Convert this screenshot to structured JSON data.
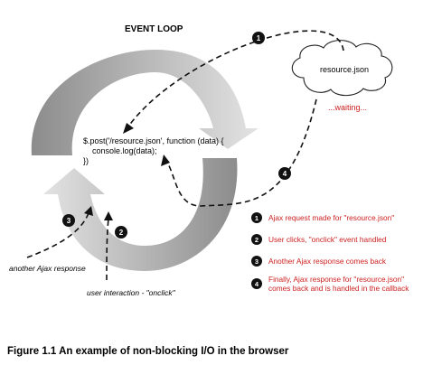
{
  "diagram": {
    "title": "EVENT LOOP",
    "code_lines": [
      "$.post('/resource.json', function (data) {",
      "console.log(data);",
      "})"
    ],
    "cloud_label": "resource.json",
    "waiting_label": "...waiting...",
    "annotation_ajax": "another Ajax response",
    "annotation_user": "user interaction - \"onclick\"",
    "markers": [
      "1",
      "2",
      "3",
      "4"
    ],
    "legend": [
      {
        "number": "1",
        "lines": [
          "Ajax request made for \"resource.json\""
        ]
      },
      {
        "number": "2",
        "lines": [
          "User clicks, \"onclick\" event handled"
        ]
      },
      {
        "number": "3",
        "lines": [
          "Another Ajax response comes back"
        ]
      },
      {
        "number": "4",
        "lines": [
          "Finally, Ajax response for \"resource.json\"",
          "comes back and is handled in the callback"
        ]
      }
    ],
    "colors": {
      "loop_gray": "#a9a9a9",
      "loop_light": "#d8d8d8",
      "legend_text": "#cc1f1f",
      "waiting_text": "#cc1f1f",
      "marker_fill": "#111111"
    }
  },
  "caption": "Figure 1.1 An example of non-blocking I/O in the browser"
}
